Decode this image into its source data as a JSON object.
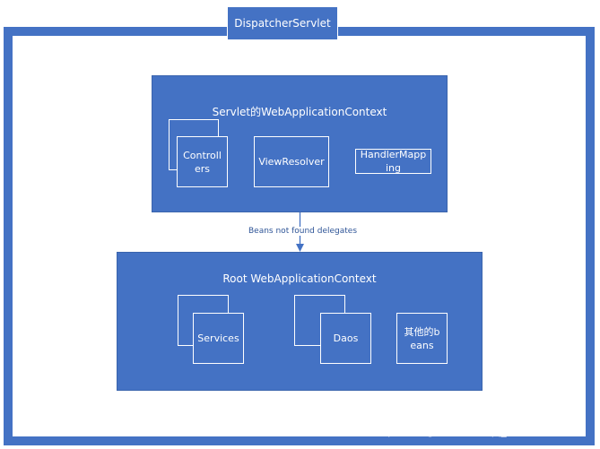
{
  "outer": {
    "title": "DispatcherServlet"
  },
  "servlet_context": {
    "title": "Servlet的WebApplicationContext",
    "items": [
      "Controllers",
      "ViewResolver",
      "HandlerMapping"
    ]
  },
  "connector": {
    "label": "Beans not found delegates"
  },
  "root_context": {
    "title": "Root WebApplicationContext",
    "items": [
      "Services",
      "Daos",
      "其他的beans"
    ]
  },
  "watermark": "https://blog.csdn.net/qq_23536449",
  "colors": {
    "primary": "#4472c4",
    "border": "#ffffff",
    "text_on_primary": "#ffffff"
  }
}
